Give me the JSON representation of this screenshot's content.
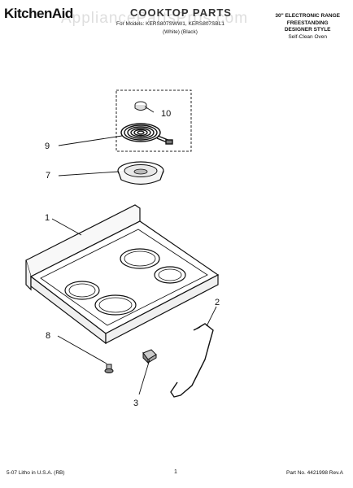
{
  "header": {
    "brand": "KitchenAid",
    "title": "COOKTOP PARTS",
    "parts_list_line": "For Models: KERS807SWW1, KERS807SBL1",
    "colors_line": "(White)  (Black)",
    "description": [
      "30\" ELECTRONIC RANGE",
      "FREESTANDING",
      "DESIGNER STYLE",
      "Self-Clean Oven"
    ]
  },
  "watermark": "AppliancePartsPros.com",
  "callouts": {
    "c1": "1",
    "c2": "2",
    "c3": "3",
    "c7": "7",
    "c8": "8",
    "c9": "9",
    "c10": "10"
  },
  "footer": {
    "left": "5-07 Litho in U.S.A. (RB)",
    "center": "1",
    "right": "Part No. 4421998 Rev.A"
  }
}
